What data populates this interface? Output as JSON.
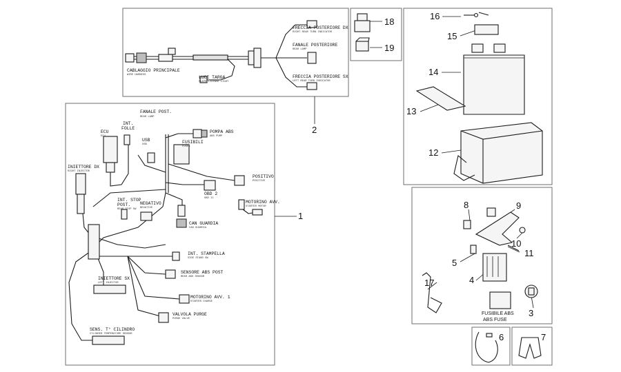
{
  "callouts": {
    "c1": "1",
    "c2": "2",
    "c3": "3",
    "c4": "4",
    "c5": "5",
    "c6": "6",
    "c7": "7",
    "c8": "8",
    "c9": "9",
    "c10": "10",
    "c11": "11",
    "c12": "12",
    "c13": "13",
    "c14": "14",
    "c15": "15",
    "c16": "16",
    "c17": "17",
    "c18": "18",
    "c19": "19"
  },
  "labels": {
    "freccia_dx": "FRECCIA POSTERIORE DX",
    "freccia_dx_sub": "RIGHT REAR TURN INDICATOR",
    "fanale_posteriore": "FANALE POSTERIORE",
    "fanale_posteriore_sub": "REAR LAMP",
    "cablaggio": "CABLAGGIO PRINCIPALE",
    "cablaggio_sub": "WIRE HARNESS",
    "luce_targa": "LUCE TARGA",
    "luce_targa_sub": "PLATE LICENSE LIGHT",
    "freccia_sx": "FRECCIA POSTERIORE SX",
    "freccia_sx_sub": "LEFT REAR TURN INDICATOR",
    "fanale_post": "FANALE POST.",
    "fanale_post_sub": "REAR LAMP",
    "ecu": "ECU",
    "ecu_sub": "ECU",
    "int_folle": "INT.",
    "int_folle_2": "FOLLE",
    "usb": "USB",
    "usb_sub": "USB",
    "fusibili": "FUSIBILI",
    "fusibili_sub": "FUSES",
    "pompa_abs": "POMPA ABS",
    "pompa_abs_sub": "ABS PUMP",
    "iniettore_dx": "INIETTORE DX",
    "iniettore_dx_sub": "RIGHT INJECTOR",
    "positivo": "POSITIVO",
    "positivo_sub": "POSITIVE",
    "int_stop": "INT. STOP",
    "int_stop_2": "POST.",
    "int_stop_sub": "REAR STOP SW",
    "negativo": "NEGATIVO",
    "negativo_sub": "NEGATIVE",
    "obd": "OBD 2",
    "obd_sub": "OBD II",
    "motorino": "MOTORINO AVV.",
    "motorino_sub": "STARTER MOTOR",
    "can_guardia": "CAN GUARDIA",
    "can_guardia_sub": "CAN GUARDIA",
    "int_stampella": "INT. STAMPELLA",
    "int_stampella_sub": "SIDE STAND SW",
    "iniettore_sx": "INIETTORE SX",
    "iniettore_sx_sub": "LEFT INJECTOR",
    "sensore_abs": "SENSORE ABS POST",
    "sensore_abs_sub": "REAR ABS SENSOR",
    "motorino_avv_1": "MOTORINO AVV. 1",
    "motorino_avv_1_sub": "STARTER CHARGE",
    "valvola": "VALVOLA PURGE",
    "valvola_sub": "PURGE VALVE",
    "sens_cilindro": "SENS. T° CILINDRO",
    "sens_cilindro_sub": "CYLINDER TEMPERATURE SENSOR",
    "fusibile_abs": "FUSIBILE ABS",
    "abs_fuse": "ABS FUSE"
  }
}
